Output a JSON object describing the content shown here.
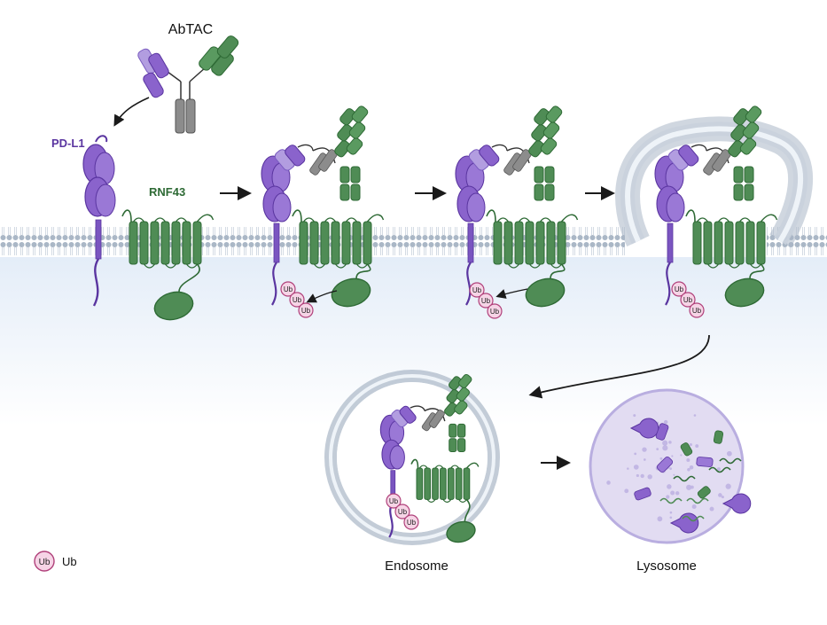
{
  "labels": {
    "abtac": "AbTAC",
    "pdl1": "PD-L1",
    "rnf43": "RNF43",
    "endosome": "Endosome",
    "lysosome": "Lysosome",
    "legend_symbol": "Ub",
    "legend_text": "Ub",
    "ub": "Ub"
  },
  "colors": {
    "pdl1": "#8a63cc",
    "pdl1_dark": "#5a35a0",
    "rnf43": "#4f8c55",
    "rnf43_dark": "#2e6a35",
    "antibody_fc": "#8c8c8c",
    "membrane_head": "#a9b6c6",
    "cytoplasm": "#e8f0fa",
    "ub_fill": "#f6d4e6",
    "ub_stroke": "#b0407a",
    "lysosome_fill": "#e2dcf2"
  }
}
